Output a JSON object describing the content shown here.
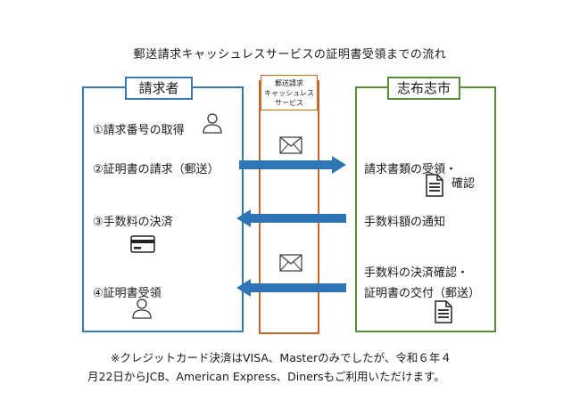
{
  "title": "郵送請求キャッシュレスサービスの証明書受領までの流れ",
  "left": {
    "header": "請求者",
    "steps": [
      "①請求番号の取得",
      "②証明書の請求（郵送）",
      "③手数料の決済",
      "④証明書受領"
    ]
  },
  "middle": {
    "header_lines": [
      "郵送請求",
      "キャッシュレス",
      "サービス"
    ]
  },
  "right": {
    "header": "志布志市",
    "steps": [
      "請求書類の受領・",
      "確認",
      "手数料額の通知",
      "手数料の決済確認・",
      "証明書の交付（郵送）"
    ]
  },
  "colors": {
    "left_border": "#3a78b5",
    "middle_border": "#c0692a",
    "right_border": "#5b8c3a",
    "arrow": "#2e75b6"
  },
  "icons": [
    "person-icon",
    "envelope-icon",
    "document-icon",
    "credit-card-icon"
  ],
  "note": {
    "line1": "※クレジットカード決済はVISA、Masterのみでしたが、令和６年４",
    "line2": "月22日からJCB、American Express、Dinersもご利用いただけます。"
  }
}
